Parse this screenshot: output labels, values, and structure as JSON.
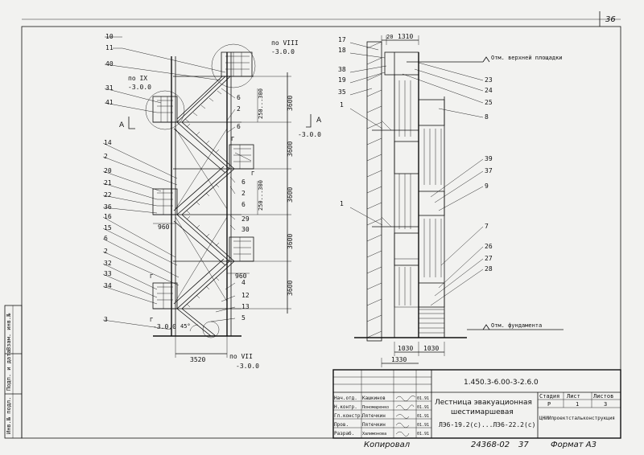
{
  "sheet_number": "36",
  "labels_left": {
    "n10": "10",
    "n11": "11",
    "n40": "40",
    "n31": "31",
    "n41": "41",
    "n14": "14",
    "n2a": "2",
    "n20": "20",
    "n21": "21",
    "n22": "22",
    "n36": "36",
    "n16": "16",
    "n15": "15",
    "n6a": "6",
    "n2b": "2",
    "n32": "32",
    "n33": "33",
    "n34": "34",
    "n3": "3",
    "r6a": "6",
    "r2a": "2",
    "r6b": "6",
    "r6c": "6",
    "r2b": "2",
    "r6d": "6",
    "r29": "29",
    "r30": "30",
    "r4": "4",
    "r12": "12",
    "r13": "13",
    "r5": "5",
    "secA": "А",
    "secA2": "А",
    "secG1": "Г",
    "secG2": "Г",
    "secG3": "Г",
    "secG4": "Г"
  },
  "views_left": {
    "pos_viii": "по VIII",
    "mark_viii": "-3.0.0",
    "pos_ix": "по IX",
    "mark_ix": "-3.0.0",
    "pos_vii": "по VII",
    "mark_vii": "-3.0.0",
    "mark_a": "-3.0.0",
    "mark_g": "-3.0.0"
  },
  "dims_left": {
    "h1": "3600",
    "h2": "3600",
    "h3": "3600",
    "h4": "3600",
    "h5": "3600",
    "sub1": "250...300",
    "sub2": "250...300",
    "w1": "960",
    "w2": "960",
    "base": "3520",
    "angle": "45°"
  },
  "labels_right": {
    "n17": "17",
    "n18": "18",
    "n38": "38",
    "n19": "19",
    "n35": "35",
    "n1a": "1",
    "n1b": "1",
    "r23": "23",
    "r24": "24",
    "r25": "25",
    "r8": "8",
    "r39": "39",
    "r37": "37",
    "r9": "9",
    "r7": "7",
    "r26": "26",
    "r27": "27",
    "r28": "28"
  },
  "dims_right": {
    "top1": "20",
    "top2": "1310",
    "b1": "1030",
    "b2": "1030",
    "b3": "1330"
  },
  "marks_right": {
    "top_platform": "Отм. верхней площадки",
    "foundation": "Отм. фундамента"
  },
  "side_stamp": [
    "Инв.№ подл.",
    "Подп. и дата",
    "Взам. инв.№"
  ],
  "title_block": {
    "code": "1.450.3-6.00-3-2.6.0",
    "title_line1": "Лестница эвакуационная",
    "title_line2": "шестимаршевая",
    "title_line3": "ЛЭ6-19.2(с)...ЛЭ6-22.2(с)",
    "col_stage": "Стадия",
    "col_sheet": "Лист",
    "col_sheets": "Листов",
    "val_stage": "Р",
    "val_sheet": "1",
    "val_sheets": "3",
    "org": "ЦНИИпроектстальконструкция",
    "rows": [
      {
        "role": "Нач.отд.",
        "name": "Кашкинов",
        "date": "01.91"
      },
      {
        "role": "Н.контр.",
        "name": "Пономаренко",
        "date": "01.91"
      },
      {
        "role": "Гл.констр.",
        "name": "Пятечкин",
        "date": "01.91"
      },
      {
        "role": "Пров.",
        "name": "Пятечкин",
        "date": "01.91"
      },
      {
        "role": "Разраб.",
        "name": "Халимонова",
        "date": "01.91"
      }
    ]
  },
  "footer": {
    "copied": "Копировал",
    "number": "24368-02",
    "page": "37",
    "format": "Формат А3"
  }
}
